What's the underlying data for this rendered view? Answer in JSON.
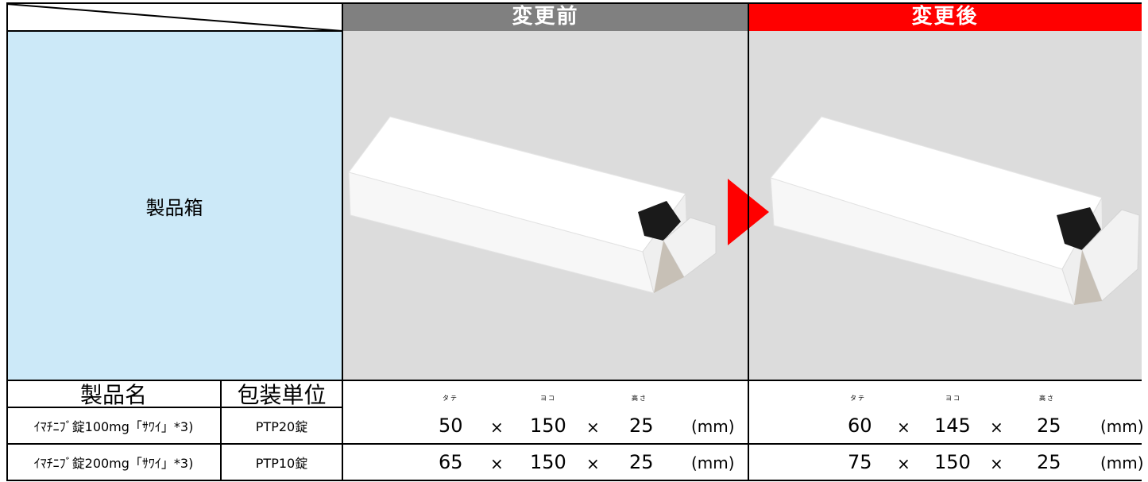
{
  "header": {
    "before_label": "変更前",
    "after_label": "変更後",
    "before_color": "#808080",
    "after_color": "#ff0000"
  },
  "row_label": "製品箱",
  "row_label_bg": "#cce9f8",
  "columns": {
    "product_name": "製品名",
    "package_unit": "包装単位"
  },
  "dimension_labels": {
    "height_portrait": "タテ",
    "width": "ヨコ",
    "depth": "高さ"
  },
  "times_sign": "×",
  "unit": "(mm)",
  "products": [
    {
      "name": "ｲﾏﾁﾆﾌﾞ錠100mg「ｻﾜｲ」*3)",
      "package": "PTP20錠",
      "before": {
        "tate": "50",
        "yoko": "150",
        "takasa": "25"
      },
      "after": {
        "tate": "60",
        "yoko": "145",
        "takasa": "25"
      }
    },
    {
      "name": "ｲﾏﾁﾆﾌﾞ錠200mg「ｻﾜｲ」*3)",
      "package": "PTP10錠",
      "before": {
        "tate": "65",
        "yoko": "150",
        "takasa": "25"
      },
      "after": {
        "tate": "75",
        "yoko": "150",
        "takasa": "25"
      }
    }
  ],
  "icons": {
    "arrow": "right-triangle-arrow-icon",
    "box_image": "white-box-image"
  }
}
